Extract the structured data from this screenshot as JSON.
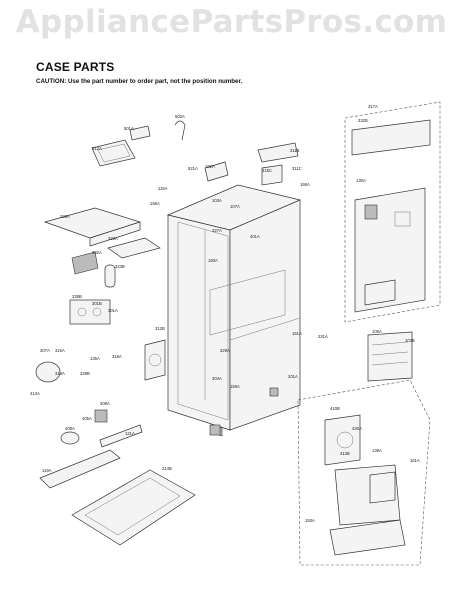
{
  "watermark": "AppliancePartsPros.com",
  "heading": "CASE PARTS",
  "caution": "CAUTION: Use the part number to order part, not the position number.",
  "callouts": [
    "501A",
    "503A",
    "312A",
    "521A",
    "115A",
    "102A",
    "311B",
    "315C",
    "311C",
    "158A",
    "155A",
    "103A",
    "107A",
    "326A",
    "327A",
    "401A",
    "323A",
    "332A",
    "323B",
    "150A",
    "339B",
    "301B",
    "301A",
    "312B",
    "307A",
    "315A",
    "135A",
    "318A",
    "319A",
    "329B",
    "413A",
    "329A",
    "304A",
    "159A",
    "201A",
    "151A",
    "231A",
    "317A",
    "332B",
    "130A",
    "103B",
    "105A",
    "410B",
    "430A",
    "413B",
    "139A",
    "161A",
    "153A",
    "408A",
    "405A",
    "308A",
    "121A",
    "119A",
    "214B"
  ]
}
